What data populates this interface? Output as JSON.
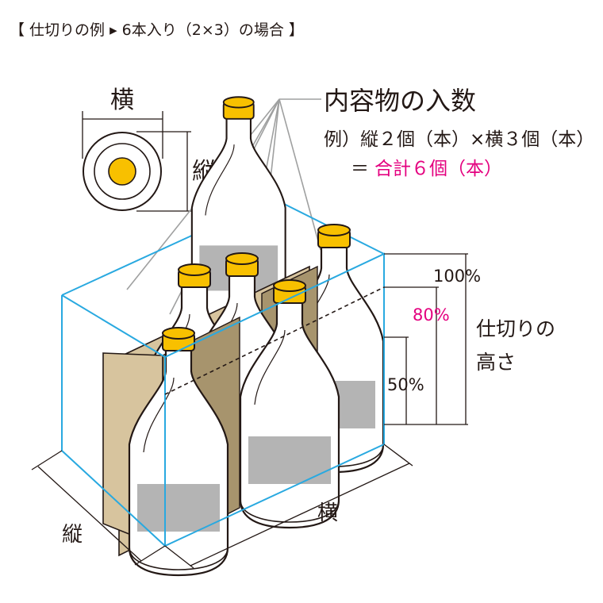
{
  "header": {
    "title": "【 仕切りの例 ▸ 6本入り（2×3）の場合 】"
  },
  "bottle_top_view": {
    "width_label": "横",
    "depth_label": "縦"
  },
  "contents": {
    "title": "内容物の入数",
    "formula": "例）縦２個（本）×横３個（本）",
    "equals": "＝",
    "total": "合計６個（本）",
    "total_color": "#e4007f"
  },
  "height_scale": {
    "label_100": "100%",
    "label_80": "80%",
    "label_50": "50%",
    "label_80_color": "#e4007f",
    "caption_line1": "仕切りの",
    "caption_line2": "高さ"
  },
  "box_dimensions": {
    "depth_label": "縦",
    "width_label": "横"
  },
  "colors": {
    "box_outline": "#29a9e0",
    "cap": "#f8c000",
    "partition": "#d7c49e",
    "partition_dark": "#a7946d",
    "label_band": "#b4b4b4"
  }
}
